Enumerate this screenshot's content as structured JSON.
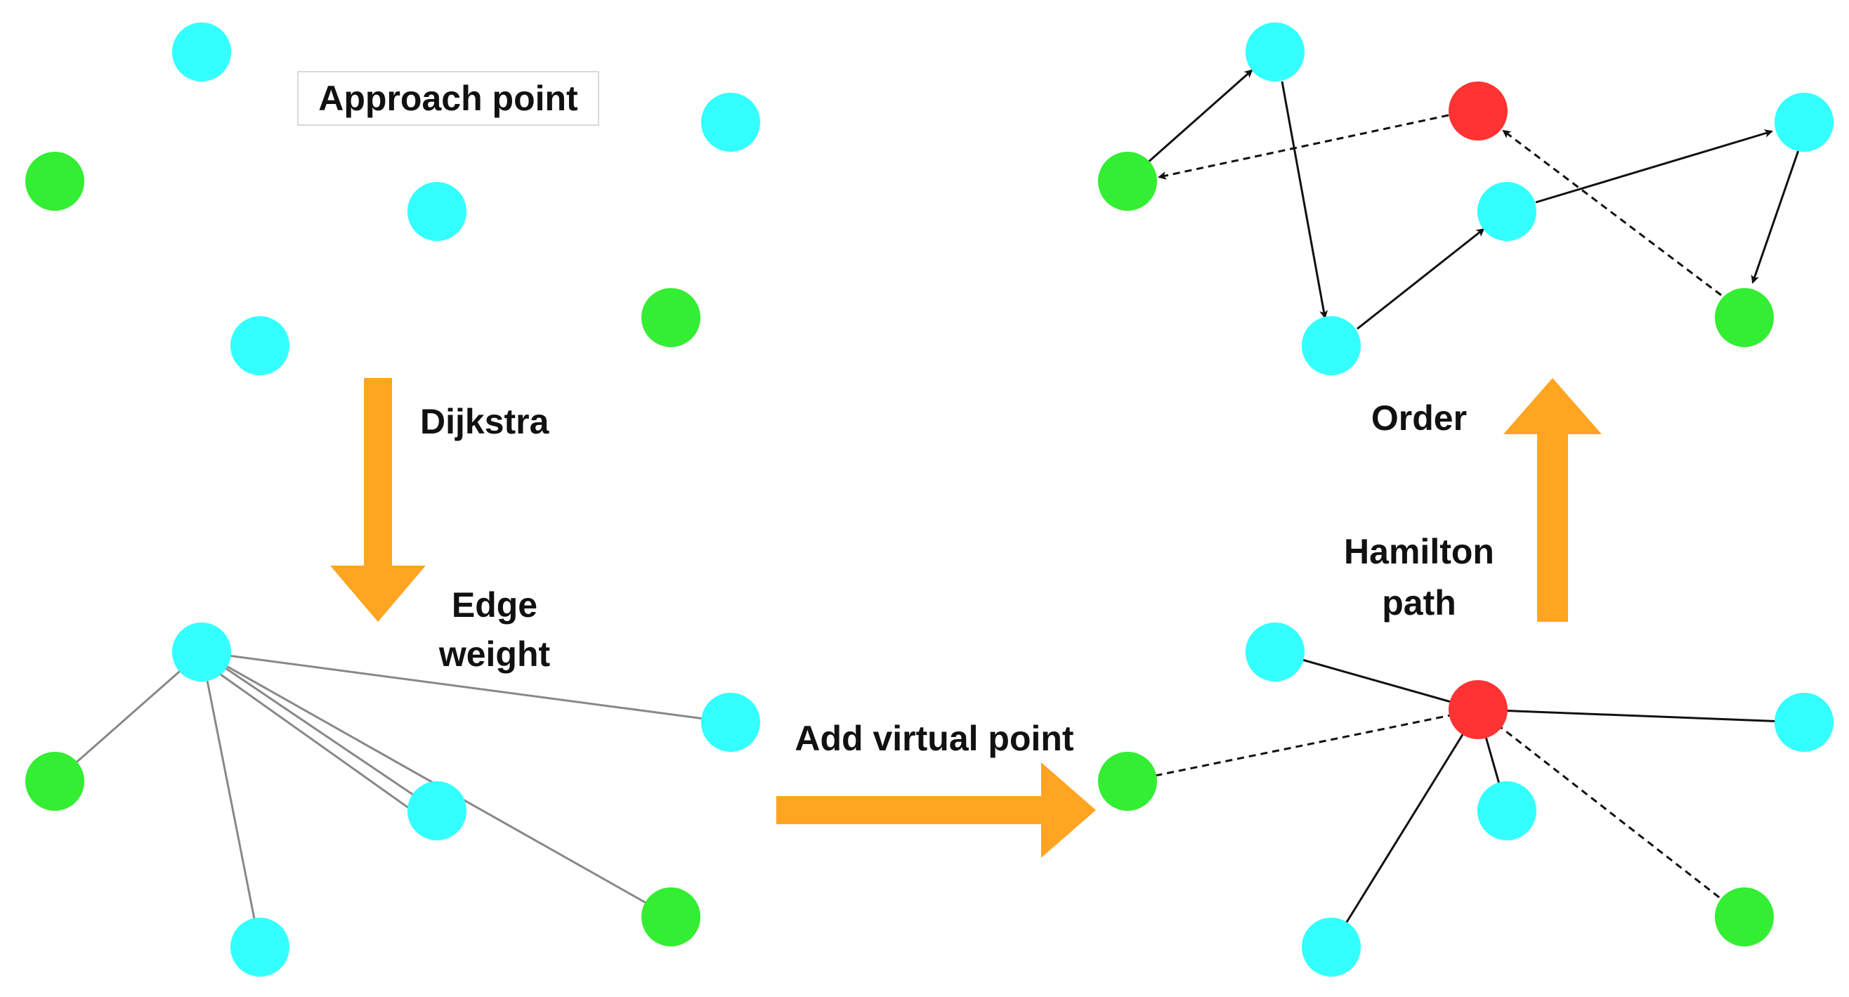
{
  "labels": {
    "approach_point": "Approach point",
    "dijkstra": "Dijkstra",
    "edge_weight_line1": "Edge",
    "edge_weight_line2": "weight",
    "add_virtual_point": "Add virtual point",
    "hamilton_path_line1": "Hamilton",
    "hamilton_path_line2": "path",
    "order": "Order"
  },
  "colors": {
    "cyan_node": "#33ffff",
    "green_node": "#33ee33",
    "red_node": "#ff3333",
    "orange_arrow": "#ffa522",
    "solid_edge": "#111111",
    "weight_edge": "#888888",
    "background": "#ffffff"
  },
  "panels": {
    "top_left": "approach points only (no edges)",
    "bottom_left": "edge weights from one cyan node to all others",
    "bottom_right": "virtual red node connected to all nodes",
    "top_right": "ordered directed path through all nodes"
  }
}
